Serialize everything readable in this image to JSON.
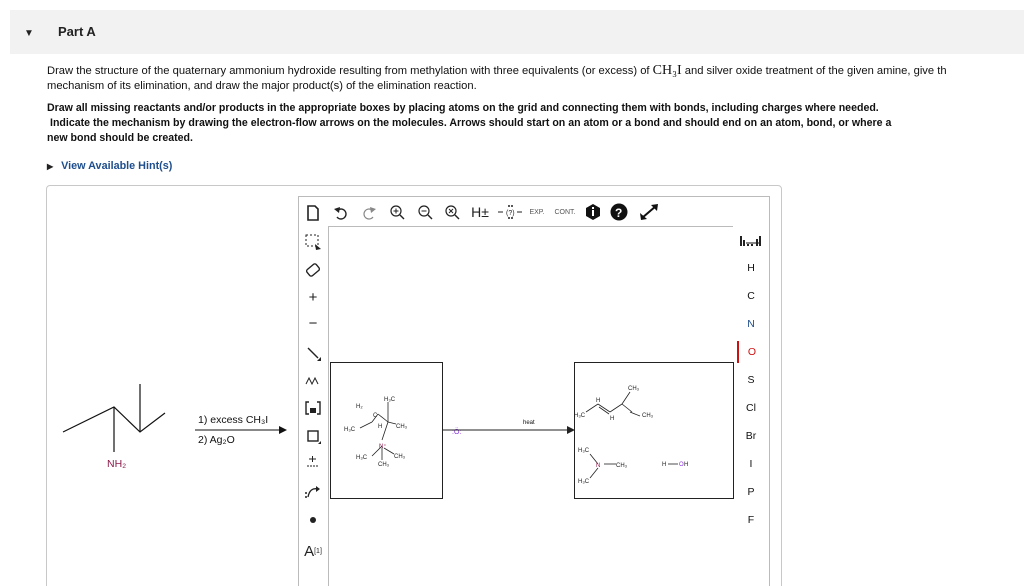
{
  "part": {
    "title": "Part A"
  },
  "question": {
    "line1_a": "Draw the structure of the quaternary ammonium hydroxide resulting from methylation with three equivalents (or excess) of",
    "line1_formula": "CH₃I",
    "line1_b": "and silver oxide treatment of the given amine, give th",
    "line2": "mechanism of its elimination, and draw the major product(s) of the elimination reaction.",
    "bold1": "Draw all missing reactants and/or products in the appropriate boxes by placing atoms on the grid and connecting them with bonds, including charges where needed.",
    "bold2": "Indicate the mechanism by drawing the electron-flow arrows on the molecules.  Arrows should start on an atom or a bond and should end on an atom, bond, or where a",
    "bold3": "new bond should be created."
  },
  "hints": {
    "label": "View Available Hint(s)"
  },
  "reaction": {
    "reactant_label": "NH₂",
    "reagent1": "1) excess CH₃I",
    "reagent2": "2) Ag₂O",
    "heat_label": "heat"
  },
  "toolbar": {
    "h_label": "H±",
    "exp_label": "EXP.",
    "cont_label": "CONT."
  },
  "side_tools": {
    "plus_label": "+",
    "minus_label": "−",
    "atom_label": "A",
    "atom_sup": "[1]"
  },
  "elements": [
    "H",
    "C",
    "N",
    "O",
    "S",
    "Cl",
    "Br",
    "I",
    "P",
    "F"
  ],
  "selected_element": "O",
  "molecules": {
    "h3c": "H₃C",
    "ch3": "CH₃",
    "h2": "H₂",
    "h": "H",
    "c": "C",
    "nplus": "N⁺",
    "n": "N",
    "oh_h": "H",
    "oh_o": "O",
    "oh_minus": "−"
  }
}
